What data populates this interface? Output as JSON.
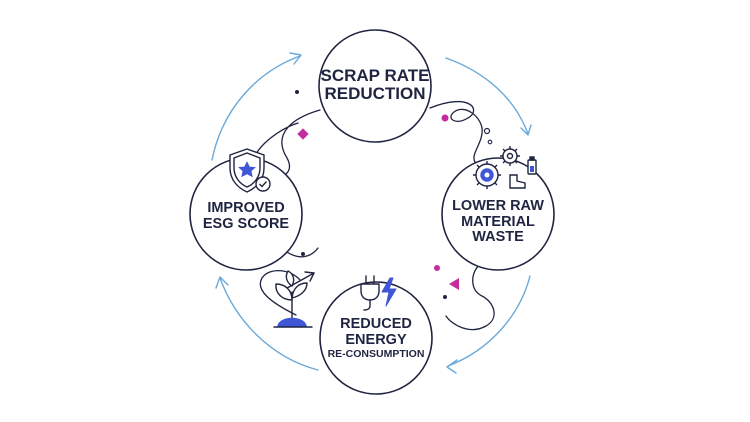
{
  "nodes": {
    "scrap": {
      "line1": "SCRAP RATE",
      "line2": "REDUCTION"
    },
    "lower": {
      "line1": "LOWER RAW",
      "line2": "MATERIAL",
      "line3": "WASTE"
    },
    "energy": {
      "line1": "REDUCED",
      "line2": "ENERGY",
      "line3": "RE-CONSUMPTION"
    },
    "esg": {
      "line1": "IMPROVED",
      "line2": "ESG SCORE"
    }
  },
  "icons": {
    "lower": "gears-wrench-battery-icon",
    "energy": "plug-lightning-icon",
    "esg": "shield-star-check-icon",
    "growth": "sprout-arrow-icon"
  },
  "colors": {
    "outline": "#1f2540",
    "arrow": "#6aa9d9",
    "accent_pink": "#c42d9f",
    "accent_blue": "#3f57d6"
  }
}
